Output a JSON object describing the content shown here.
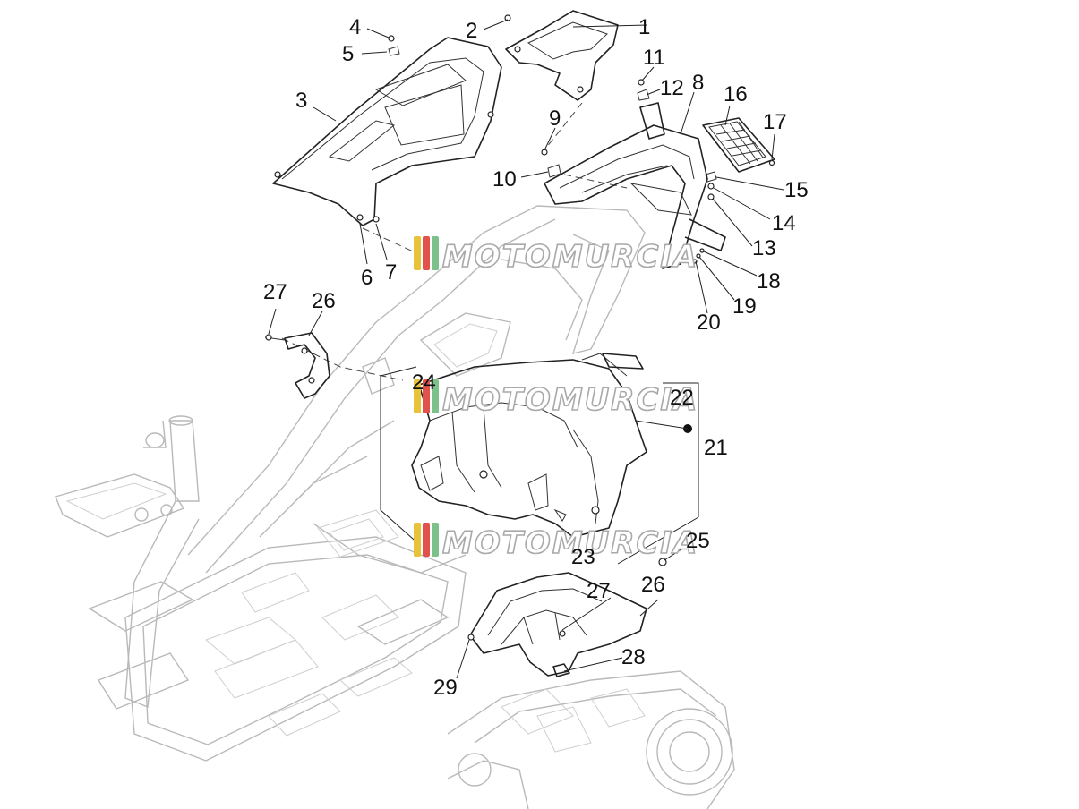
{
  "watermark": {
    "brand": "MOTOMURCIA",
    "stripe_colors": [
      "#e8c33a",
      "#e0524a",
      "#7cc08a"
    ]
  },
  "callouts": [
    {
      "id": "1",
      "label": "1"
    },
    {
      "id": "2",
      "label": "2"
    },
    {
      "id": "3",
      "label": "3"
    },
    {
      "id": "4",
      "label": "4"
    },
    {
      "id": "5",
      "label": "5"
    },
    {
      "id": "6",
      "label": "6"
    },
    {
      "id": "7",
      "label": "7"
    },
    {
      "id": "8",
      "label": "8"
    },
    {
      "id": "9",
      "label": "9"
    },
    {
      "id": "10",
      "label": "10"
    },
    {
      "id": "11",
      "label": "11"
    },
    {
      "id": "12",
      "label": "12"
    },
    {
      "id": "13",
      "label": "13"
    },
    {
      "id": "14",
      "label": "14"
    },
    {
      "id": "15",
      "label": "15"
    },
    {
      "id": "16",
      "label": "16"
    },
    {
      "id": "17",
      "label": "17"
    },
    {
      "id": "18",
      "label": "18"
    },
    {
      "id": "19",
      "label": "19"
    },
    {
      "id": "20",
      "label": "20"
    },
    {
      "id": "21",
      "label": "21"
    },
    {
      "id": "22",
      "label": "22"
    },
    {
      "id": "24",
      "label": "24"
    },
    {
      "id": "23",
      "label": "23"
    },
    {
      "id": "25",
      "label": "25"
    },
    {
      "id": "26a",
      "label": "26"
    },
    {
      "id": "27a",
      "label": "27"
    },
    {
      "id": "26b",
      "label": "26"
    },
    {
      "id": "27b",
      "label": "27"
    },
    {
      "id": "28",
      "label": "28"
    },
    {
      "id": "29",
      "label": "29"
    }
  ]
}
